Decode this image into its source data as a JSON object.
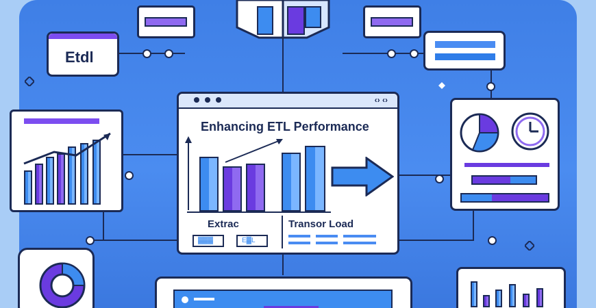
{
  "etl_card": {
    "label": "Etdl"
  },
  "main_window": {
    "title": "Enhancing ETL Performance",
    "corner_text": "‹› ‹›",
    "stage_extract": "Extrac",
    "stage_transform_load": "Transor Load",
    "mini_label_1": "▓▓▓",
    "mini_label_2": "E▓L"
  },
  "colors": {
    "background": "#a9cdf6",
    "panel": "#4b8cf0",
    "outline": "#1b2a55",
    "accent_blue": "#3d8cf0",
    "accent_purple": "#6a3be0"
  },
  "icons": [
    "arrow-right-icon",
    "clock-icon",
    "pie-chart-icon",
    "database-cube-icon",
    "donut-icon",
    "trend-arrow-icon"
  ]
}
